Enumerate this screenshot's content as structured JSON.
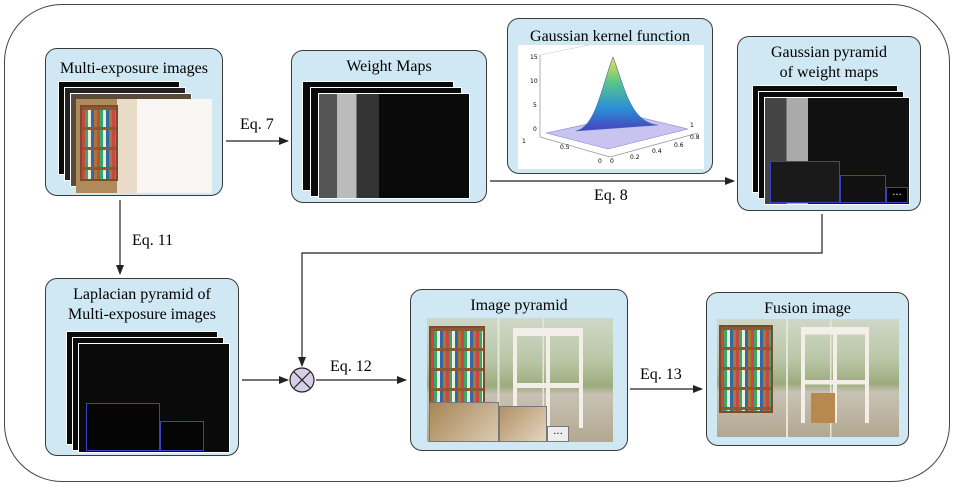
{
  "diagram": {
    "boxes": {
      "multi_exposure": {
        "title": "Multi-exposure images"
      },
      "weight_maps": {
        "title": "Weight Maps"
      },
      "gaussian_kernel": {
        "title": "Gaussian kernel function",
        "z_ticks": [
          "15",
          "10",
          "5",
          "0"
        ],
        "x_ticks": [
          "0.5",
          "0",
          "0"
        ],
        "y_ticks": [
          "0.2",
          "0.4",
          "0.6",
          "0.8",
          "1"
        ],
        "left_tick": "1"
      },
      "gaussian_pyramid": {
        "title_line1": "Gaussian pyramid",
        "title_line2": "of weight maps",
        "ellipsis": "..."
      },
      "laplacian_pyramid": {
        "title_line1": "Laplacian pyramid of",
        "title_line2": "Multi-exposure images"
      },
      "image_pyramid": {
        "title": "Image pyramid",
        "ellipsis": "..."
      },
      "fusion_image": {
        "title": "Fusion image"
      }
    },
    "edges": {
      "eq7": "Eq. 7",
      "eq8": "Eq. 8",
      "eq11": "Eq. 11",
      "eq12": "Eq. 12",
      "eq13": "Eq. 13"
    },
    "colors": {
      "box_fill": "#cfe8f3",
      "pyramid_outline": "#3b3fc4",
      "sum_node": "#d8cfe6"
    }
  }
}
